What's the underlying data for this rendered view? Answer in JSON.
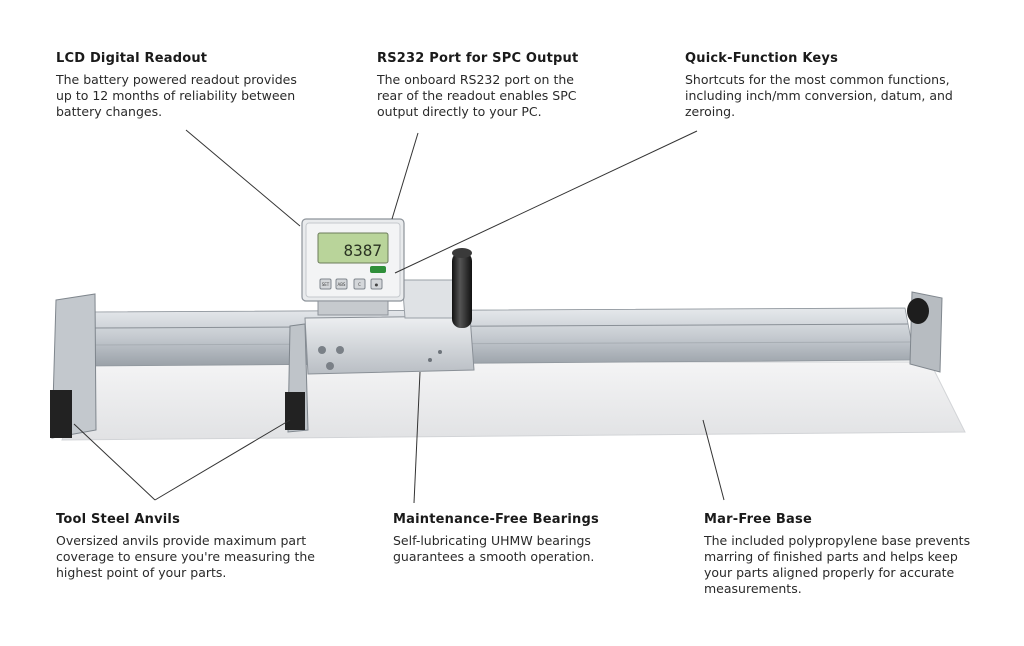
{
  "callouts": {
    "lcd": {
      "title": "LCD Digital Readout",
      "body": "The battery powered readout provides up to 12 months of reliability between battery changes."
    },
    "rs232": {
      "title": "RS232 Port for SPC Output",
      "body": "The onboard RS232 port on the rear of the readout enables SPC output directly to your PC."
    },
    "keys": {
      "title": "Quick-Function Keys",
      "body": "Shortcuts for the most common functions, including inch/mm conversion, datum, and zeroing."
    },
    "anvils": {
      "title": "Tool Steel Anvils",
      "body": "Oversized anvils provide maximum part coverage to ensure you're measuring the highest point of your parts."
    },
    "bearings": {
      "title": "Maintenance-Free Bearings",
      "body": "Self-lubricating UHMW bearings guarantees a smooth operation."
    },
    "base": {
      "title": "Mar-Free Base",
      "body": "The included polypropylene base prevents marring of finished parts and helps keep your parts aligned properly for accurate measurements."
    }
  },
  "readout": {
    "display_value": "8387",
    "brand_tag": "",
    "keys": [
      "SET",
      "ABS",
      "C",
      "●"
    ]
  },
  "colors": {
    "lcd": "#b9d49a",
    "brand_green": "#2f8f3a",
    "rail": "#c8cdd2",
    "base": "#ecedee"
  }
}
